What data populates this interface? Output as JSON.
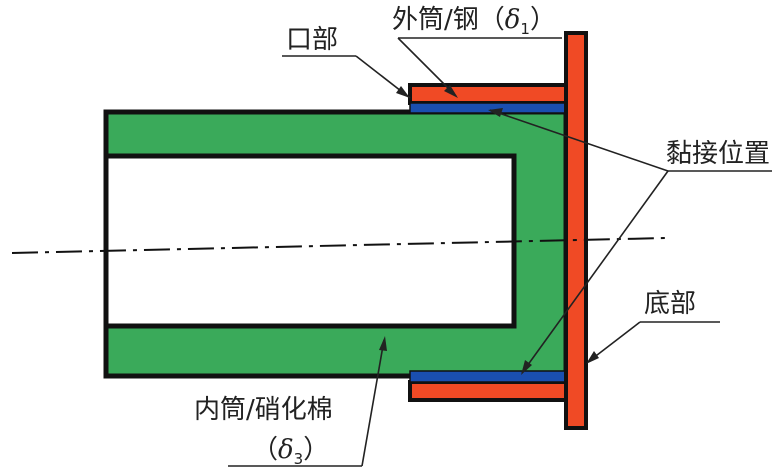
{
  "labels": {
    "mouth": "口部",
    "outer_tube_prefix": "外筒/钢（",
    "outer_symbol": "δ",
    "outer_sub": "1",
    "outer_close": "）",
    "bond_position": "黏接位置",
    "bottom": "底部",
    "inner_tube": "内筒/硝化棉",
    "inner_open": "（",
    "inner_symbol": "δ",
    "inner_sub": "3",
    "inner_close": "）"
  },
  "colors": {
    "inner_tube": "#3aaa5a",
    "outer_tube": "#f04a25",
    "bond_layer": "#1a4fb0",
    "outline": "#111111",
    "leader": "#222222",
    "bore": "#ffffff"
  }
}
